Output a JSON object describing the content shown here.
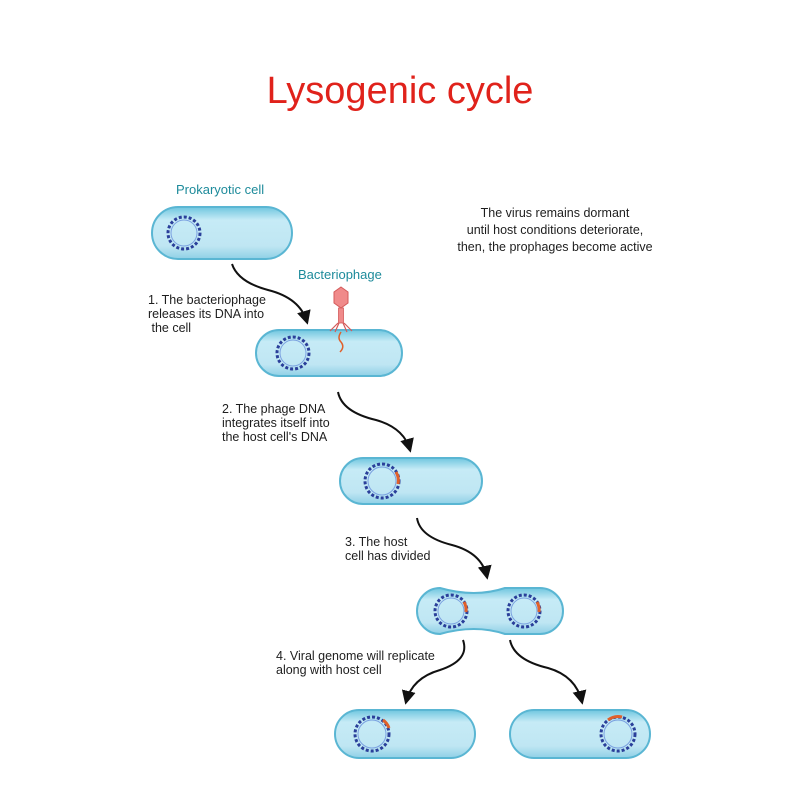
{
  "title": "Lysogenic cycle",
  "labels": {
    "prokaryotic_cell": "Prokaryotic cell",
    "bacteriophage": "Bacteriophage"
  },
  "note": "The virus remains dormant\nuntil host conditions deteriorate,\nthen, the prophages become active",
  "steps": [
    "1. The bacteriophage\nreleases its DNA into\n the cell",
    "2. The phage DNA\nintegrates itself into\nthe host cell's DNA",
    "3. The host\ncell has divided",
    "4. Viral genome will replicate\nalong with host cell"
  ],
  "colors": {
    "title": "#e0221b",
    "label_teal": "#1e8b9b",
    "cell_fill": "#bfe6f3",
    "cell_edge": "#5ab6d3",
    "host_dna": "#2a3f9a",
    "phage_dna": "#e0602b",
    "phage": "#f08a8a",
    "arrow": "#111111"
  }
}
